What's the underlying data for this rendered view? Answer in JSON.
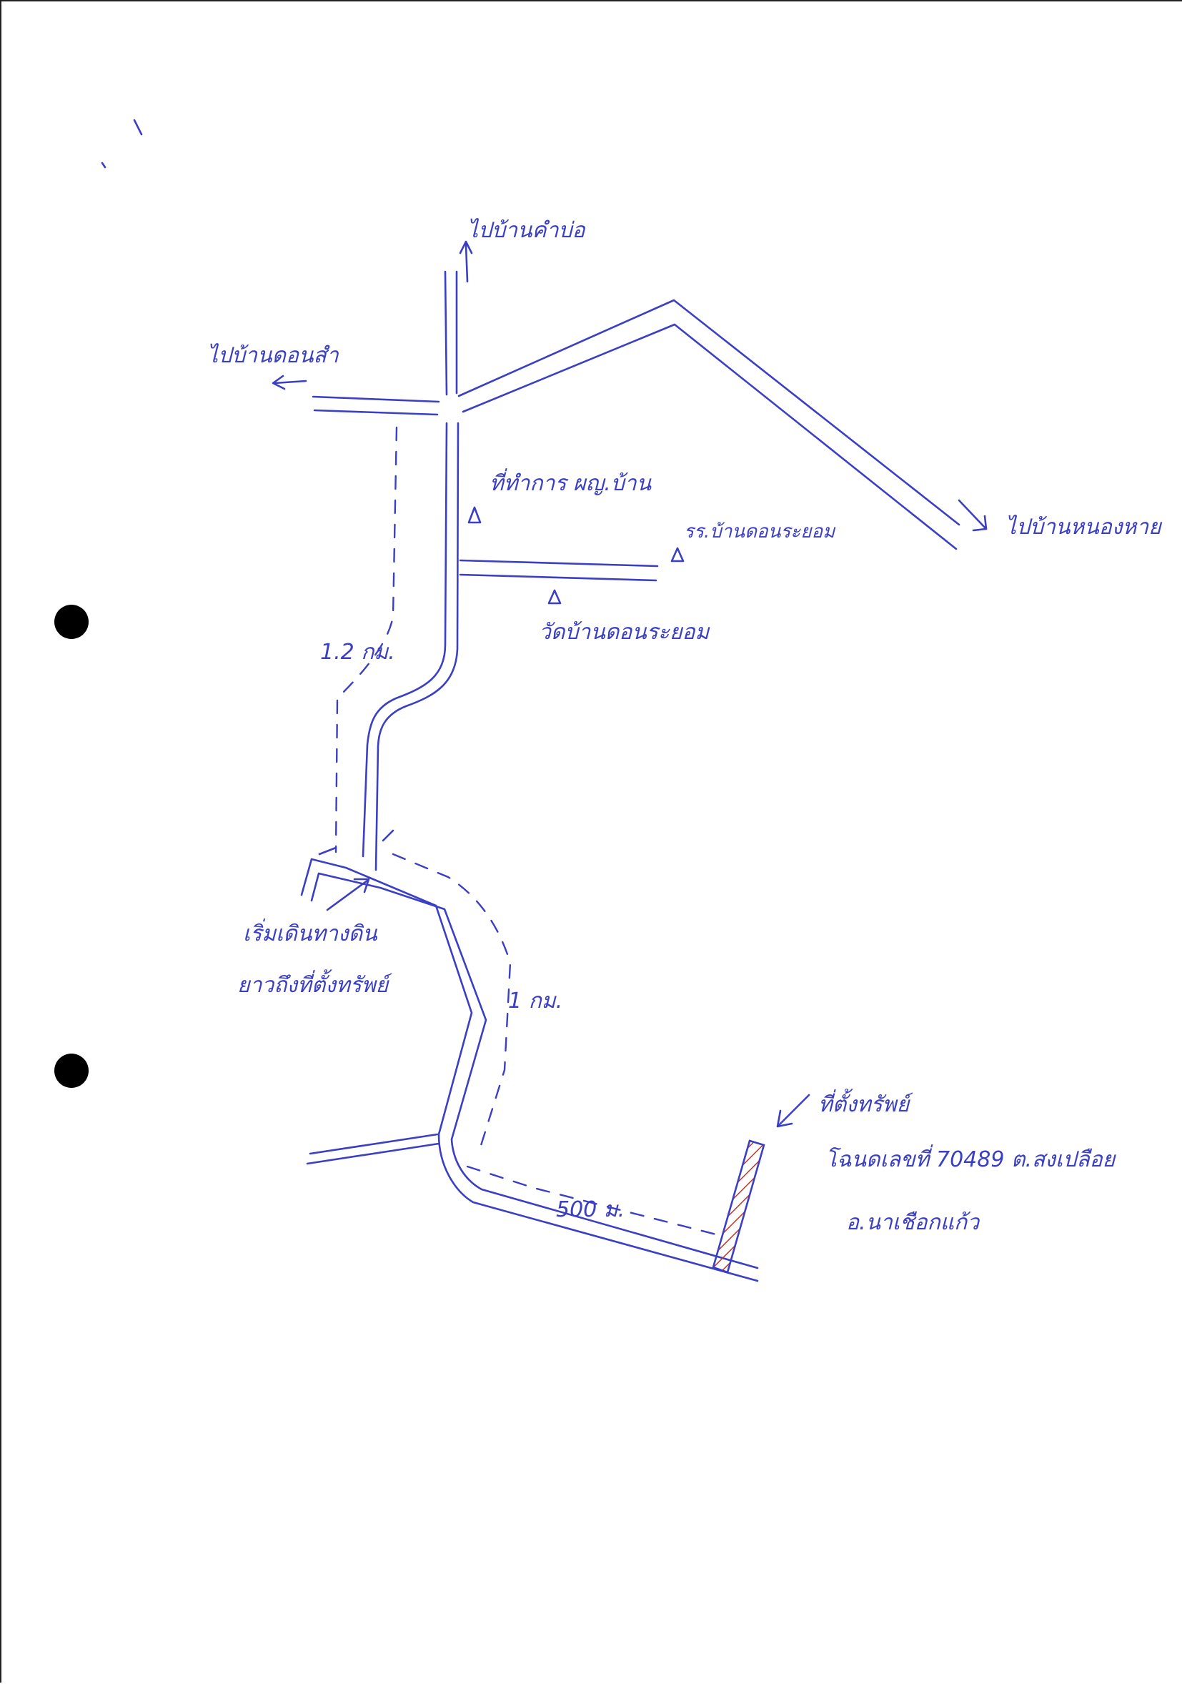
{
  "labels": {
    "to_north": "ไปบ้านคำบ่อ",
    "to_west": "ไปบ้านดอนสำ",
    "to_east": "ไปบ้านหนองหาย",
    "village_office": "ที่ทำการ ผญ.บ้าน",
    "school": "รร.บ้านดอนระยอม",
    "temple": "วัดบ้านดอนระยอม",
    "dist_1_2": "1.2 กม.",
    "start_line1": "เริ่มเดินทางดิน",
    "start_line2": "ยาวถึงที่ตั้งทรัพย์",
    "dist_1": "1 กม.",
    "dist_500": "500 ม.",
    "property": "ที่ตั้งทรัพย์",
    "deed": "โฉนดเลขที่ 70489 ต.สงเปลือย",
    "district": "อ.นาเชือกแก้ว"
  },
  "colors": {
    "ink": "#3b3fc4",
    "hatch": "#c0392b",
    "punch_hole": "#000000"
  }
}
